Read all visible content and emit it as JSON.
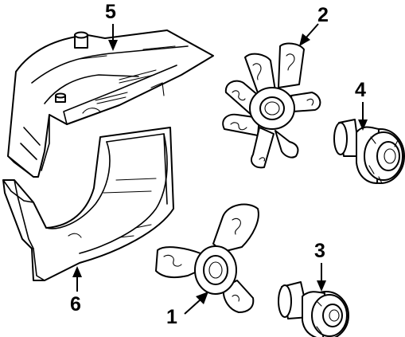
{
  "callouts": [
    {
      "number": "1",
      "part": "fan-blade-4"
    },
    {
      "number": "2",
      "part": "fan-blade-7"
    },
    {
      "number": "3",
      "part": "fan-clutch-lower"
    },
    {
      "number": "4",
      "part": "fan-clutch-upper"
    },
    {
      "number": "5",
      "part": "upper-fan-shroud"
    },
    {
      "number": "6",
      "part": "lower-fan-shroud"
    }
  ]
}
